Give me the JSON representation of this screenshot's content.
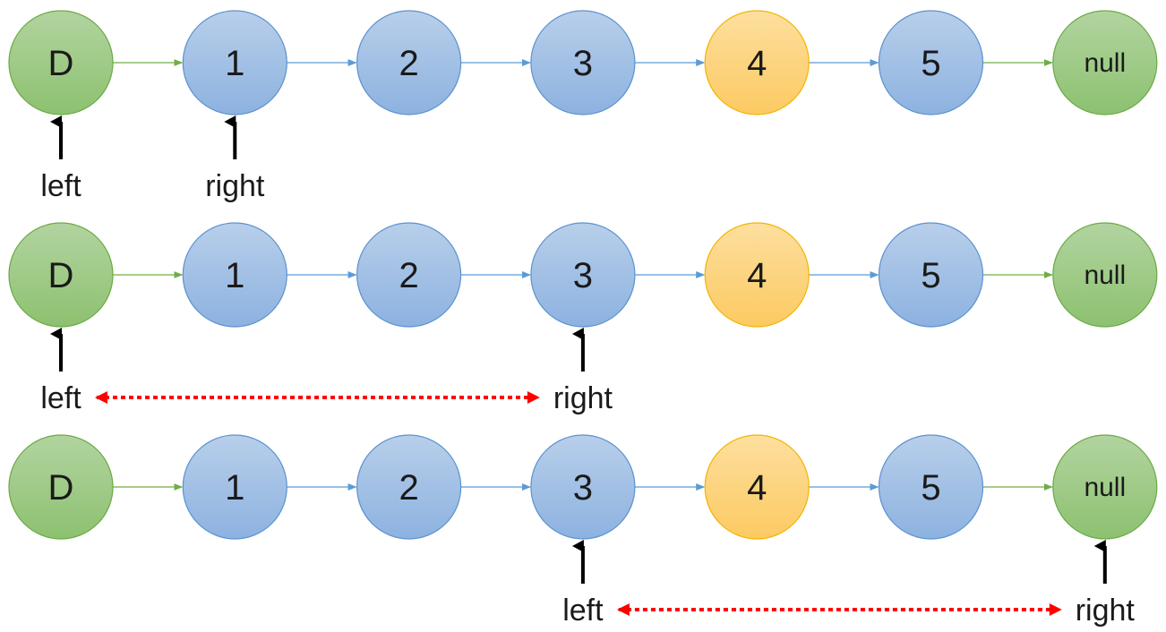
{
  "diagram": {
    "nodes": [
      {
        "label": "D",
        "kind": "dummy"
      },
      {
        "label": "1",
        "kind": "list"
      },
      {
        "label": "2",
        "kind": "list"
      },
      {
        "label": "3",
        "kind": "list"
      },
      {
        "label": "4",
        "kind": "target"
      },
      {
        "label": "5",
        "kind": "list"
      },
      {
        "label": "null",
        "kind": "null"
      }
    ],
    "colors": {
      "dummy_fill_top": "#b2d4a0",
      "dummy_fill_bottom": "#8dc170",
      "dummy_stroke": "#6aaa45",
      "list_fill_top": "#b8cfea",
      "list_fill_bottom": "#8db2e0",
      "list_stroke": "#5b92cf",
      "target_fill_top": "#fddf9e",
      "target_fill_bottom": "#fcca62",
      "target_stroke": "#f4b400",
      "arrow_green": "#70ad47",
      "arrow_blue": "#5b9bd5",
      "pointer": "#000000",
      "gap": "#ff0000"
    },
    "rows": [
      {
        "pointers": [
          {
            "name": "left",
            "node_index": 0
          },
          {
            "name": "right",
            "node_index": 1
          }
        ],
        "show_gap": false
      },
      {
        "pointers": [
          {
            "name": "left",
            "node_index": 0
          },
          {
            "name": "right",
            "node_index": 3
          }
        ],
        "show_gap": true
      },
      {
        "pointers": [
          {
            "name": "left",
            "node_index": 3
          },
          {
            "name": "right",
            "node_index": 6
          }
        ],
        "show_gap": true
      }
    ]
  }
}
